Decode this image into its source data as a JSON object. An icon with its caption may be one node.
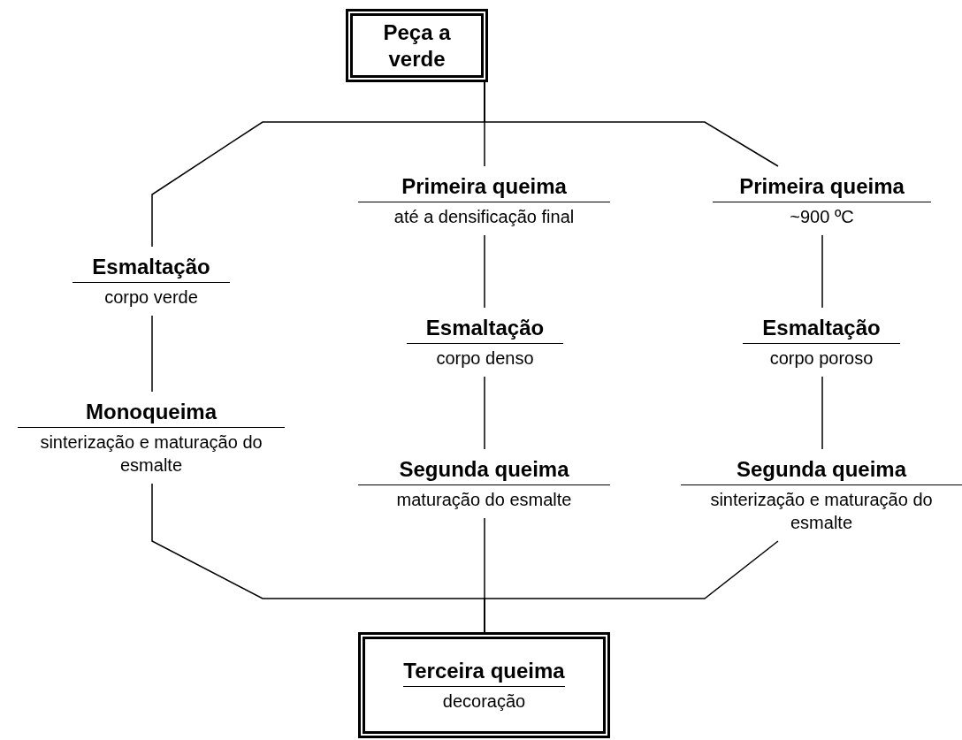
{
  "diagram": {
    "nodes": [
      {
        "text": [
          "Peça a verde"
        ]
      },
      {
        "text": [
          "Esmaltação",
          "corpo verde"
        ]
      },
      {
        "text": [
          "Monoqueima",
          "sinterização e maturação do esmalte"
        ]
      },
      {
        "text": [
          "Primeira queima",
          "até a densificação final"
        ]
      },
      {
        "text": [
          "Esmaltação",
          "corpo denso"
        ]
      },
      {
        "text": [
          "Segunda queima",
          "maturação do esmalte"
        ]
      },
      {
        "text": [
          "Primeira queima",
          "~900 ºC"
        ]
      },
      {
        "text": [
          "Esmaltação",
          "corpo poroso"
        ]
      },
      {
        "text": [
          "Segunda queima",
          "sinterização e maturação do esmalte"
        ]
      },
      {
        "text": [
          "Terceira queima",
          "decoração"
        ]
      }
    ],
    "edges": [
      {
        "from": 0,
        "to": 1,
        "arrow": "none"
      },
      {
        "from": 0,
        "to": 3,
        "arrow": "none"
      },
      {
        "from": 0,
        "to": 6,
        "arrow": "none"
      },
      {
        "from": 1,
        "to": 2,
        "arrow": "none"
      },
      {
        "from": 3,
        "to": 4,
        "arrow": "none"
      },
      {
        "from": 4,
        "to": 5,
        "arrow": "none"
      },
      {
        "from": 6,
        "to": 7,
        "arrow": "none"
      },
      {
        "from": 7,
        "to": 8,
        "arrow": "none"
      },
      {
        "from": 2,
        "to": 9,
        "arrow": "none"
      },
      {
        "from": 5,
        "to": 9,
        "arrow": "none"
      },
      {
        "from": 8,
        "to": 9,
        "arrow": "none"
      }
    ]
  }
}
